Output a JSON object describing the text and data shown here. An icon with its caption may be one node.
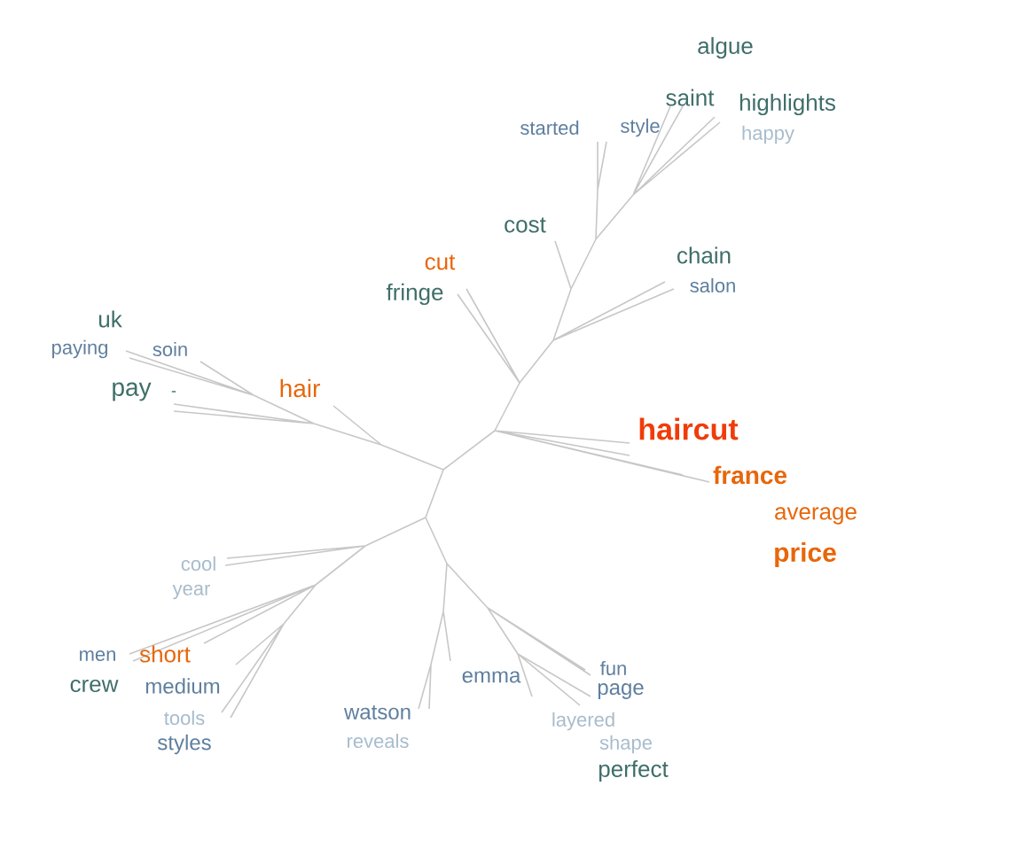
{
  "diagram": {
    "labels": [
      "algue",
      "saint",
      "highlights",
      "started",
      "style",
      "happy",
      "cost",
      "chain",
      "cut",
      "salon",
      "fringe",
      "uk",
      "paying",
      "soin",
      "hair",
      "pay",
      "-",
      "haircut",
      "france",
      "average",
      "price",
      "cool",
      "year",
      "men",
      "short",
      "crew",
      "medium",
      "tools",
      "emma",
      "fun",
      "watson",
      "page",
      "styles",
      "reveals",
      "layered",
      "shape",
      "perfect"
    ]
  }
}
